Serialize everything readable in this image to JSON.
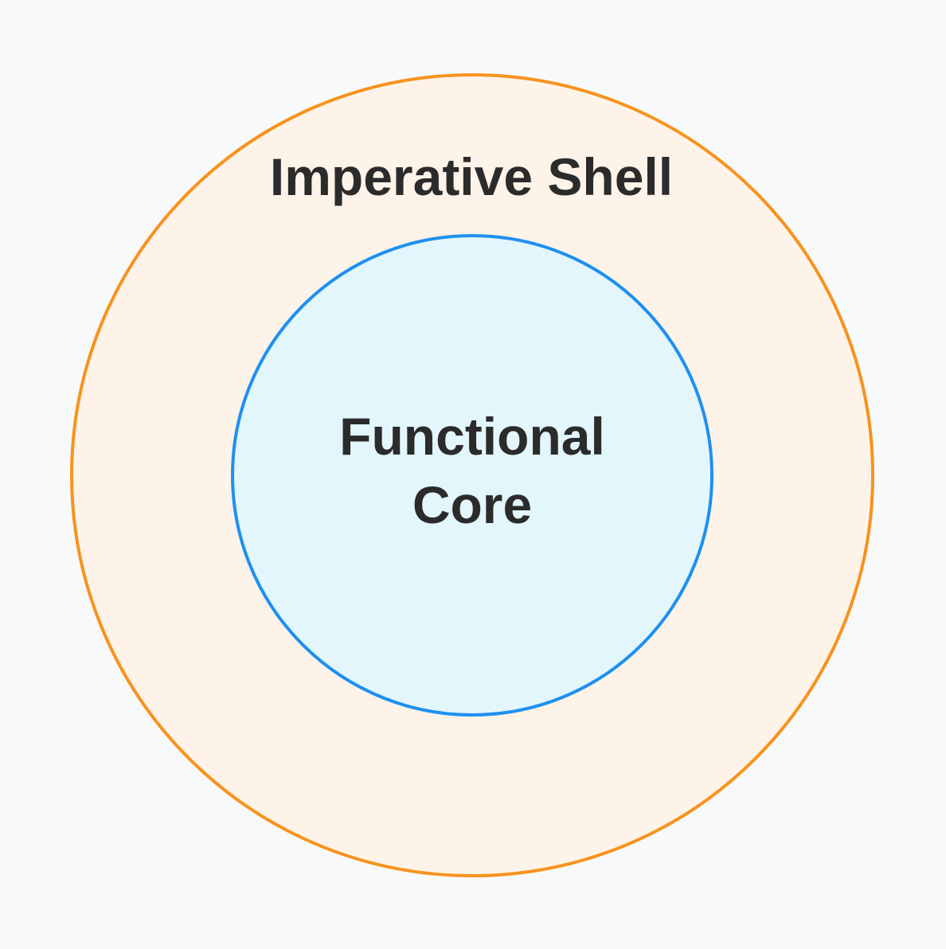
{
  "diagram": {
    "outer": {
      "label": "Imperative Shell",
      "fill": "#fef3e8",
      "stroke": "#f7931e"
    },
    "inner": {
      "label_line1": "Functional",
      "label_line2": "Core",
      "fill": "#e2f6fc",
      "stroke": "#1e90f0"
    },
    "text_color": "#2b2b2b",
    "background": "#f8f9fa"
  }
}
